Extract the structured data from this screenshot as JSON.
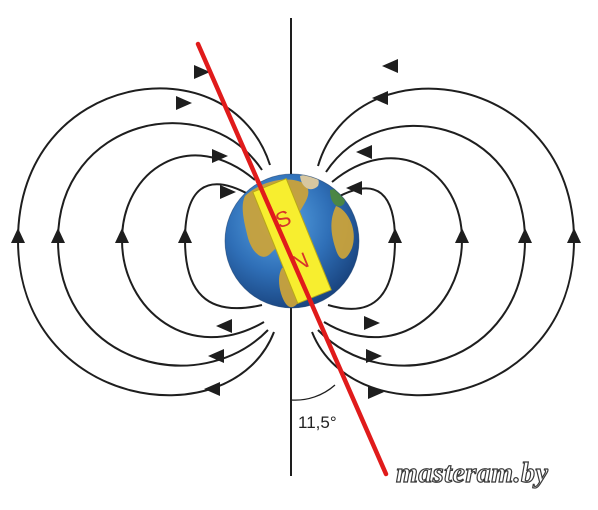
{
  "diagram": {
    "angle_label": "11,5°",
    "pole_south": "S",
    "pole_north": "N",
    "watermark": "masteram.by"
  },
  "colors": {
    "field_lines": "#1e1e1e",
    "magnetic_axis": "#e01b1b",
    "magnet_bar": "#f7ee2f",
    "pole_letters": "#d8342a",
    "earth_ocean": "#2f6fb7",
    "earth_land": "#c9a23b"
  }
}
